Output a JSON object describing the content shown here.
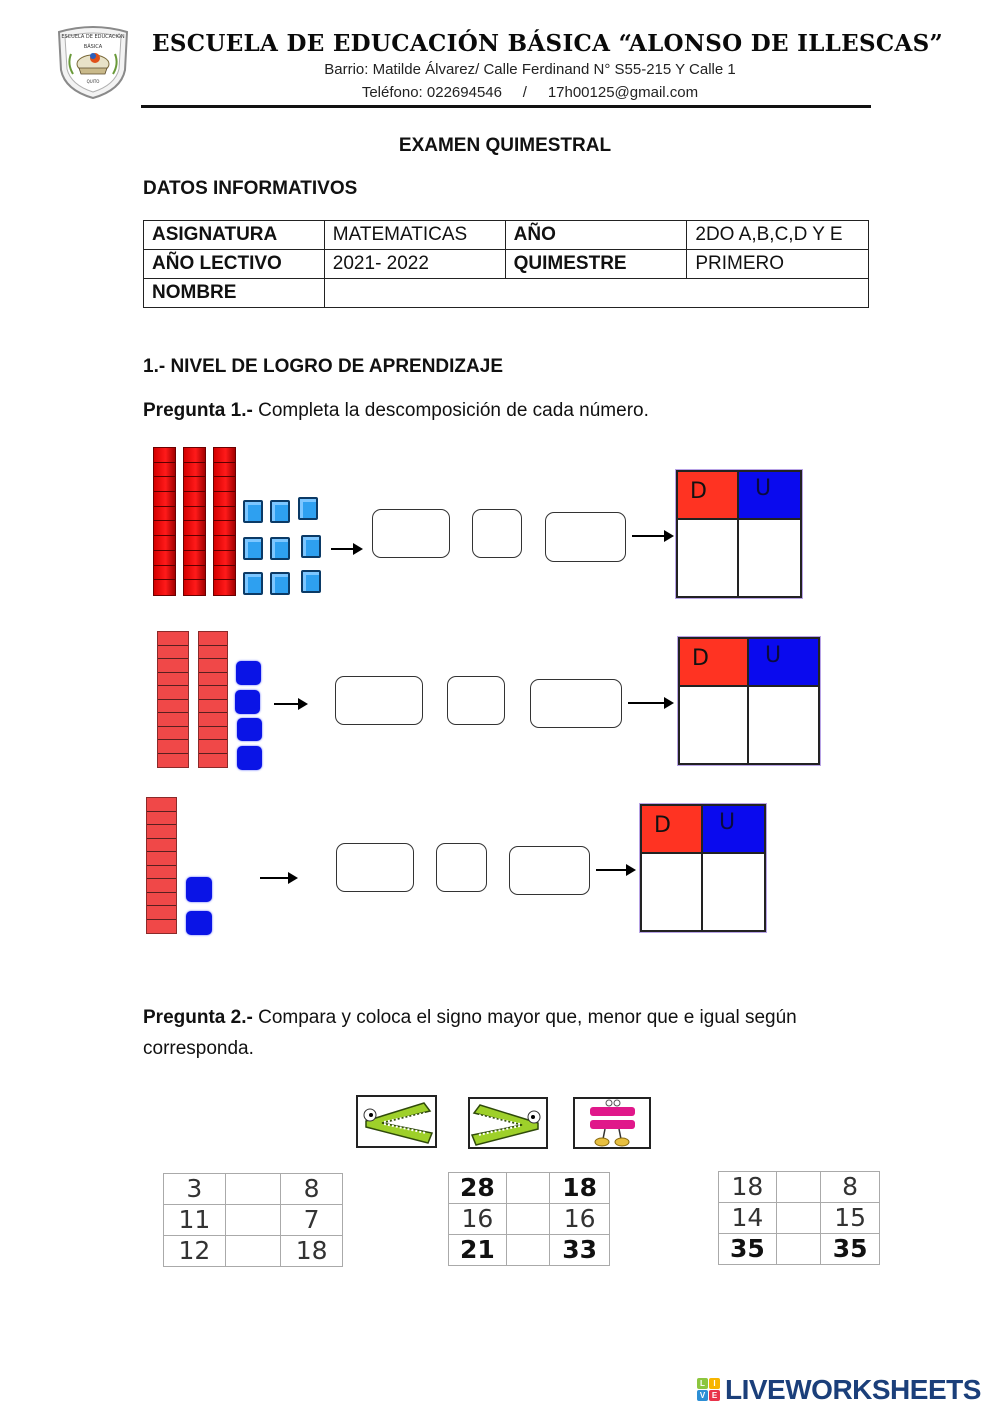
{
  "header": {
    "school_name": "ESCUELA DE EDUCACIÓN BÁSICA “ALONSO DE ILLESCAS”",
    "address": "Barrio: Matilde Álvarez/ Calle Ferdinand N° S55-215 Y Calle 1",
    "phone_line": "Teléfono: 022694546     /     17h00125@gmail.com",
    "logo": {
      "icon": "school-crest-icon",
      "top_text": "ESCUELA DE EDUCACIÓN",
      "middle_text": "BÁSICA",
      "bottom_text": "QUITO"
    }
  },
  "exam_title": "EXAMEN QUIMESTRAL",
  "datos_heading": "DATOS INFORMATIVOS",
  "info_table": {
    "rows": [
      [
        {
          "text": "ASIGNATURA",
          "bold": true
        },
        {
          "text": "MATEMATICAS"
        },
        {
          "text": "AÑO",
          "bold": true
        },
        {
          "text": "2DO A,B,C,D Y E"
        }
      ],
      [
        {
          "text": "AÑO LECTIVO",
          "bold": true
        },
        {
          "text": "2021- 2022"
        },
        {
          "text": "QUIMESTRE",
          "bold": true
        },
        {
          "text": "PRIMERO"
        }
      ],
      [
        {
          "text": "NOMBRE",
          "bold": true
        },
        {
          "text": ""
        }
      ]
    ]
  },
  "section1": "1.- NIVEL DE LOGRO DE APRENDIZAJE",
  "pregunta1": {
    "label": "Pregunta 1.-",
    "text": " Completa la descomposición de cada número.",
    "items": [
      {
        "tens": 3,
        "units": 9,
        "style": "3d",
        "header_d": "D",
        "header_u": "U"
      },
      {
        "tens": 2,
        "units": 4,
        "style": "flat",
        "header_d": "D",
        "header_u": "U"
      },
      {
        "tens": 1,
        "units": 2,
        "style": "flat",
        "header_d": "D",
        "header_u": "U"
      }
    ],
    "colors": {
      "tens": "#ff3322",
      "units": "#0a0aee"
    }
  },
  "pregunta2": {
    "label": "Pregunta 2.-",
    "text": " Compara y coloca el signo mayor que, menor que e igual según corresponda.",
    "signs": [
      {
        "icon": "crocodile-less-than-icon",
        "symbol": "<"
      },
      {
        "icon": "crocodile-greater-than-icon",
        "symbol": ">"
      },
      {
        "icon": "equals-character-icon",
        "symbol": "="
      }
    ],
    "tables": [
      {
        "rows": [
          [
            "3",
            "8"
          ],
          [
            "11",
            "7"
          ],
          [
            "12",
            "18"
          ]
        ],
        "bold_rows": []
      },
      {
        "rows": [
          [
            "28",
            "18"
          ],
          [
            "16",
            "16"
          ],
          [
            "21",
            "33"
          ]
        ],
        "bold_rows": [
          0,
          2
        ]
      },
      {
        "rows": [
          [
            "18",
            "8"
          ],
          [
            "14",
            "15"
          ],
          [
            "35",
            "35"
          ]
        ],
        "bold_rows": [
          2
        ]
      }
    ]
  },
  "footer": {
    "brand": "LIVEWORKSHEETS",
    "icon_letters": [
      "L",
      "I",
      "V",
      "E"
    ]
  }
}
